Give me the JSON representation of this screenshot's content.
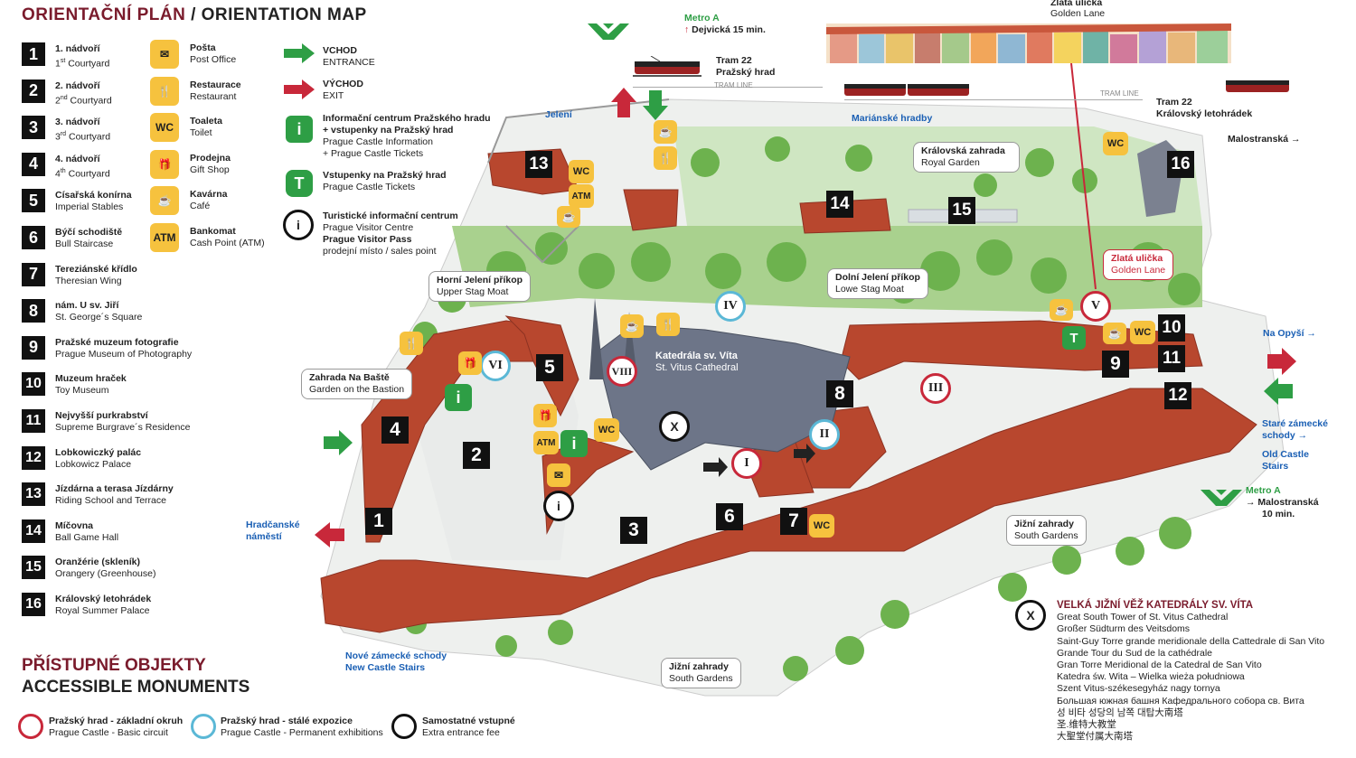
{
  "header": {
    "title_cz": "ORIENTAČNÍ PLÁN",
    "title_sep": " / ",
    "title_en": "ORIENTATION MAP"
  },
  "legend": [
    {
      "n": "1",
      "cz": "1. nádvoří",
      "en": "1st Courtyard"
    },
    {
      "n": "2",
      "cz": "2. nádvoří",
      "en": "2nd Courtyard"
    },
    {
      "n": "3",
      "cz": "3. nádvoří",
      "en": "3rd Courtyard"
    },
    {
      "n": "4",
      "cz": "4. nádvoří",
      "en": "4th Courtyard"
    },
    {
      "n": "5",
      "cz": "Císařská konírna",
      "en": "Imperial Stables"
    },
    {
      "n": "6",
      "cz": "Býčí schodiště",
      "en": "Bull Staircase"
    },
    {
      "n": "7",
      "cz": "Tereziánské křídlo",
      "en": "Theresian Wing"
    },
    {
      "n": "8",
      "cz": "nám. U sv. Jiří",
      "en": "St. George´s Square"
    },
    {
      "n": "9",
      "cz": "Pražské muzeum fotografie",
      "en": "Prague Museum of Photography"
    },
    {
      "n": "10",
      "cz": "Muzeum hraček",
      "en": "Toy Museum"
    },
    {
      "n": "11",
      "cz": "Nejvyšší purkrabství",
      "en": "Supreme Burgrave´s Residence"
    },
    {
      "n": "12",
      "cz": "Lobkowiczký palác",
      "en": "Lobkowicz Palace"
    },
    {
      "n": "13",
      "cz": "Jízdárna a terasa Jízdárny",
      "en": "Riding School and Terrace"
    },
    {
      "n": "14",
      "cz": "Míčovna",
      "en": "Ball Game Hall"
    },
    {
      "n": "15",
      "cz": "Oranžérie (skleník)",
      "en": "Orangery (Greenhouse)"
    },
    {
      "n": "16",
      "cz": "Královský letohrádek",
      "en": "Royal Summer Palace"
    }
  ],
  "services": [
    {
      "icon": "envelope-icon",
      "glyph": "✉",
      "cz": "Pošta",
      "en": "Post Office"
    },
    {
      "icon": "cutlery-icon",
      "glyph": "🍴",
      "cz": "Restaurace",
      "en": "Restaurant"
    },
    {
      "icon": "wc-icon",
      "glyph": "WC",
      "cz": "Toaleta",
      "en": "Toilet"
    },
    {
      "icon": "gift-icon",
      "glyph": "🎁",
      "cz": "Prodejna",
      "en": "Gift Shop"
    },
    {
      "icon": "cup-icon",
      "glyph": "☕",
      "cz": "Kavárna",
      "en": "Café"
    },
    {
      "icon": "atm-icon",
      "glyph": "ATM",
      "cz": "Bankomat",
      "en": "Cash Point (ATM)"
    }
  ],
  "access": [
    {
      "icon": "entrance-arrow-icon",
      "cz": "VCHOD",
      "en": "ENTRANCE"
    },
    {
      "icon": "exit-arrow-icon",
      "cz": "VÝCHOD",
      "en": "EXIT"
    },
    {
      "icon": "info-centre-icon",
      "glyph": "i",
      "cz1": "Informační centrum Pražského hradu",
      "cz2": "+ vstupenky na Pražský hrad",
      "en1": "Prague Castle Information",
      "en2": "+ Prague Castle Tickets"
    },
    {
      "icon": "tickets-icon",
      "glyph": "T",
      "cz1": "Vstupenky na Pražský hrad",
      "en1": "Prague Castle Tickets"
    },
    {
      "icon": "visitor-centre-icon",
      "glyph": "i",
      "cz1": "Turistické informační centrum",
      "en1": "Prague Visitor Centre",
      "cz2": "Prague Visitor Pass",
      "en2": "prodejní místo / sales point"
    }
  ],
  "transport": {
    "metro_a_top": "Metro A",
    "metro_a_top_dir": "Dejvická 15 min.",
    "tram_left_name": "Tram 22",
    "tram_left_stop": "Pražský hrad",
    "tram_line": "TRAM LINE",
    "tram_line2": "TRAM LINE",
    "tram_right_name": "Tram 22",
    "tram_right_stop": "Královský letohrádek",
    "malostranska_top": "Malostranská →",
    "metro_a_bottom": "Metro A",
    "metro_a_bottom_dir1": "→ Malostranská",
    "metro_a_bottom_dir2": "10 min."
  },
  "golden_lane_top": {
    "cz": "Zlatá ulička",
    "en": "Golden Lane"
  },
  "map_labels": {
    "jeleni": "Jelení",
    "marianske": "Mariánské hradby",
    "royal_garden_cz": "Královská zahrada",
    "royal_garden_en": "Royal Garden",
    "upper_moat_cz": "Horní Jelení příkop",
    "upper_moat_en": "Upper Stag Moat",
    "lower_moat_cz": "Dolní Jelení příkop",
    "lower_moat_en": "Lowe Stag Moat",
    "golden_lane_cz": "Zlatá ulička",
    "golden_lane_en": "Golden Lane",
    "bastion_cz": "Zahrada Na Baště",
    "bastion_en": "Garden on the Bastion",
    "cathedral_cz": "Katedrála sv. Víta",
    "cathedral_en": "St. Vitus Cathedral",
    "south_gardens_cz": "Jižní zahrady",
    "south_gardens_en": "South Gardens",
    "south_gardens2_cz": "Jižní zahrady",
    "south_gardens2_en": "South Gardens",
    "hradcanske1": "Hradčanské",
    "hradcanske2": "náměstí",
    "new_stairs_cz": "Nové zámecké schody",
    "new_stairs_en": "New Castle Stairs",
    "na_opysi": "Na Opyší →",
    "old_stairs_cz1": "Staré zámecké",
    "old_stairs_cz2": "schody →",
    "old_stairs_en1": "Old Castle",
    "old_stairs_en2": "Stairs"
  },
  "circuit_marks": [
    "I",
    "II",
    "III",
    "IV",
    "V",
    "VI",
    "VIII",
    "X"
  ],
  "great_tower": {
    "title": "VELKÁ JIŽNÍ VĚŽ KATEDRÁLY SV. VÍTA",
    "lines": [
      "Great South Tower of St. Vitus Cathedral",
      "Großer Südturm des Veitsdoms",
      "Saint-Guy Torre grande meridionale della Cattedrale di San Vito",
      "Grande Tour du Sud de la cathédrale",
      "Gran Torre Meridional de la Catedral de San Vito",
      "Katedra św. Wita – Wielka wieża południowa",
      "Szent Vitus-székesegyház nagy tornya",
      "Большая южная башня Кафедрального собора св. Вита",
      "성 비타 성당의 남쪽 대탑大南塔",
      "圣.维特大教堂",
      "大聖堂付属大南塔"
    ]
  },
  "accessible": {
    "title_cz": "PŘÍSTUPNÉ OBJEKTY",
    "title_en": "ACCESSIBLE MONUMENTS",
    "items": [
      {
        "ring": "red",
        "cz": "Pražský hrad - základní okruh",
        "en": "Prague Castle - Basic circuit"
      },
      {
        "ring": "blue",
        "cz": "Pražský hrad - stálé expozice",
        "en": "Prague Castle - Permanent exhibitions"
      },
      {
        "ring": "black",
        "cz": "Samostatné vstupné",
        "en": "Extra entrance fee"
      }
    ]
  },
  "colors": {
    "title_dark": "#7a1b2c",
    "roof": "#b8472e",
    "green_icon": "#2e9e45",
    "yellow_icon": "#f6c23e",
    "red_ring": "#c8283a",
    "blue_ring": "#5bb8d6",
    "link_blue": "#1a5fb4"
  }
}
